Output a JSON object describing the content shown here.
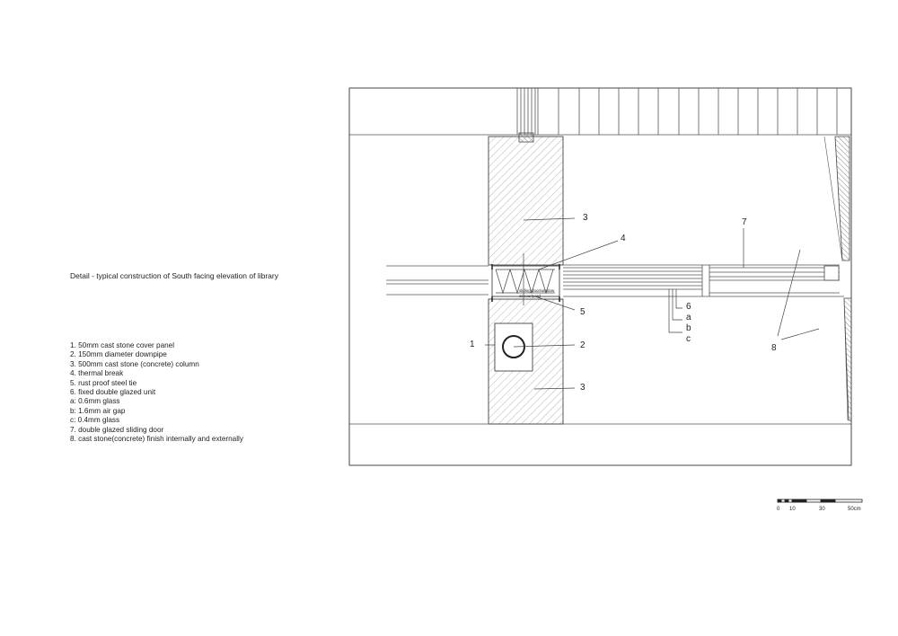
{
  "caption": "Detail - typical construction of South facing elevation of library",
  "legend": [
    "1.  50mm cast stone cover panel",
    "2. 150mm diameter downpipe",
    "3.  500mm cast stone (concrete) column",
    "4.  thermal break",
    "5.  rust proof steel tie",
    "6.  fixed double glazed unit",
    "a:  0.6mm glass",
    "b:  1.6mm air gap",
    "c:  0.4mm glass",
    "7.  double glazed sliding door",
    "8.  cast stone(concrete) finish internally and externally"
  ],
  "callouts": {
    "c1": "1",
    "c2": "2",
    "c3a": "3",
    "c3b": "3",
    "c4": "4",
    "c5": "5",
    "c6": "6",
    "ca": "a",
    "cb": "b",
    "cc": "c",
    "c7": "7",
    "c8": "8"
  },
  "small_note": "sliding door/window\nat courtyard",
  "scale": {
    "t0": "0",
    "t10": "10",
    "t30": "30",
    "t50": "50cm"
  }
}
